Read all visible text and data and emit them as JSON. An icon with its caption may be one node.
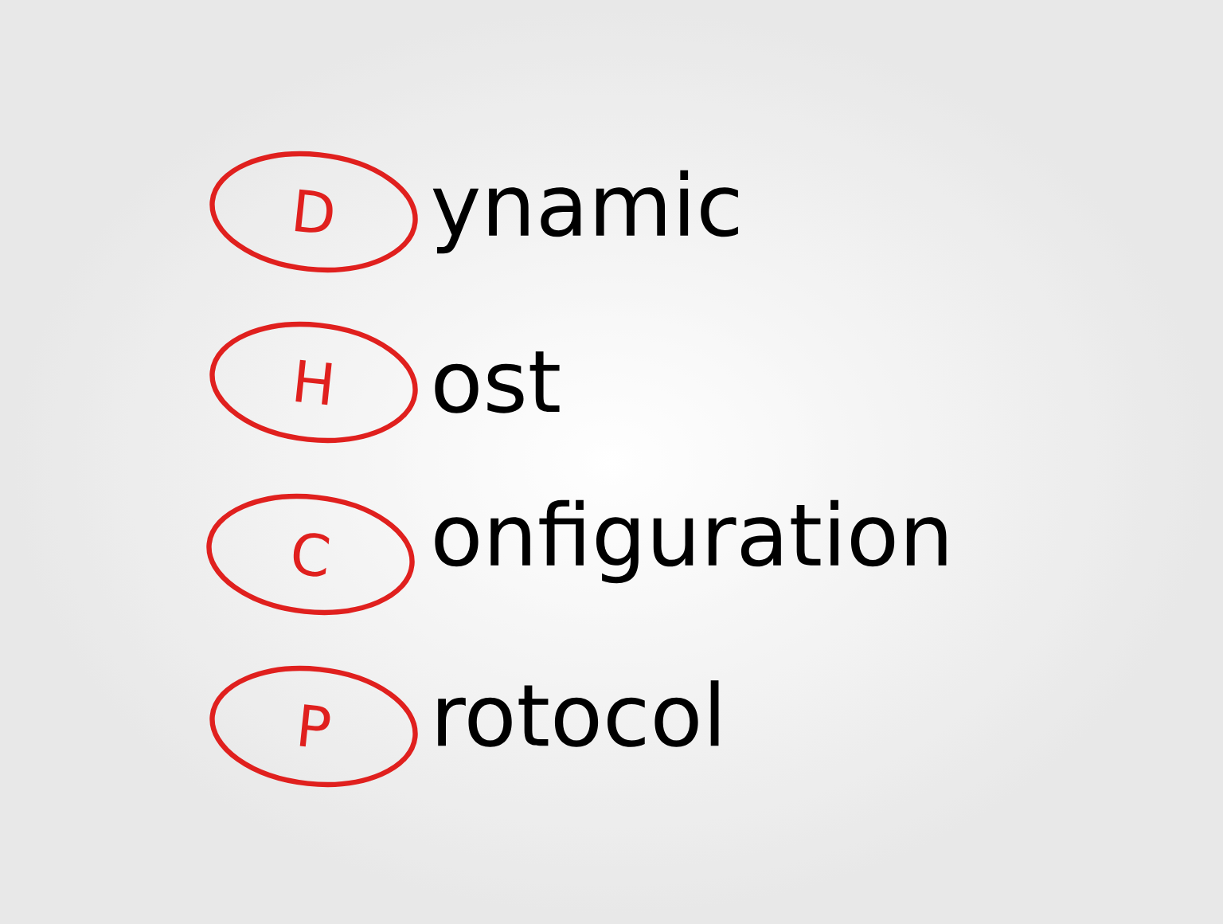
{
  "diagram": {
    "nodes": [
      {
        "text": [
          "D"
        ]
      },
      {
        "text": [
          "H"
        ]
      },
      {
        "text": [
          "C"
        ]
      },
      {
        "text": [
          "P"
        ]
      }
    ],
    "labels": [
      "ynamic",
      "ost",
      "onfiguration",
      "rotocol"
    ]
  }
}
